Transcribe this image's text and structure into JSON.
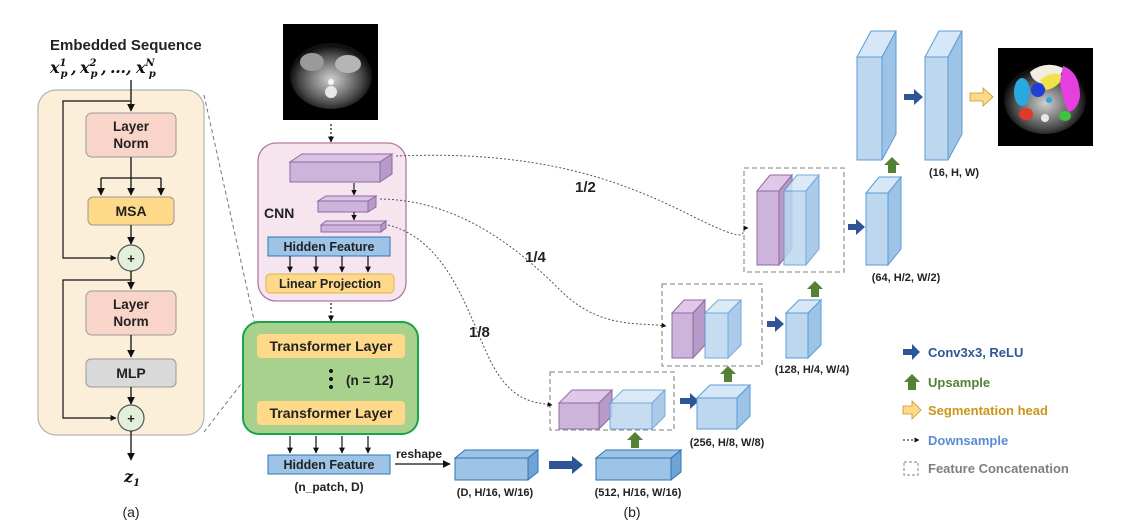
{
  "panel_a": {
    "title": "Embedded Sequence",
    "seq_base": "x",
    "seq_items": [
      {
        "sup": "1",
        "sub": "p"
      },
      {
        "sup": "2",
        "sub": "p"
      },
      {
        "sup": "N",
        "sub": "p"
      }
    ],
    "seq_sep": ",",
    "seq_ellipsis": "…",
    "layer_norm_1": [
      "Layer",
      "Norm"
    ],
    "msa": "MSA",
    "plus": "+",
    "layer_norm_2": [
      "Layer",
      "Norm"
    ],
    "mlp": "MLP",
    "output_base": "z",
    "output_sub": "1",
    "caption": "(a)"
  },
  "panel_b": {
    "cnn_label": "CNN",
    "hidden_feature_top": "Hidden Feature",
    "linear_projection": "Linear Projection",
    "transformer_layer_1": "Transformer Layer",
    "transformer_layer_2": "Transformer Layer",
    "n_layers": "(n = 12)",
    "hidden_feature_bottom": "Hidden Feature",
    "n_patch_label": "(n_patch, D)",
    "reshape": "reshape",
    "dims": {
      "d_h16": "(D, H/16, W/16)",
      "c512": "(512, H/16, W/16)",
      "c256": "(256, H/8, W/8)",
      "c128": "(128, H/4, W/4)",
      "c64": "(64, H/2, W/2)",
      "c16": "(16, H, W)"
    },
    "scales": [
      "1/2",
      "1/4",
      "1/8"
    ],
    "caption": "(b)"
  },
  "legend": {
    "conv": "Conv3x3, ReLU",
    "upsample": "Upsample",
    "seg_head": "Segmentation head",
    "downsample": "Downsample",
    "concat": "Feature Concatenation"
  },
  "colors": {
    "conv": "#2f5597",
    "upsample": "#548235",
    "seg_head": "#c9961a",
    "downsample": "#5b8bd6",
    "concat": "#7f7f7f",
    "layer_norm": "#f8d5c8",
    "msa": "#ffd98a",
    "mlp": "#d9d9d9",
    "panel_a_bg": "#fbefd9",
    "cnn_bg": "#f6e4ef",
    "transformer_bg": "#a9d18e",
    "hidden_feature": "#9dc3e6",
    "feature_blue": "#bdd7ee",
    "feature_purple": "#cdb4db"
  }
}
